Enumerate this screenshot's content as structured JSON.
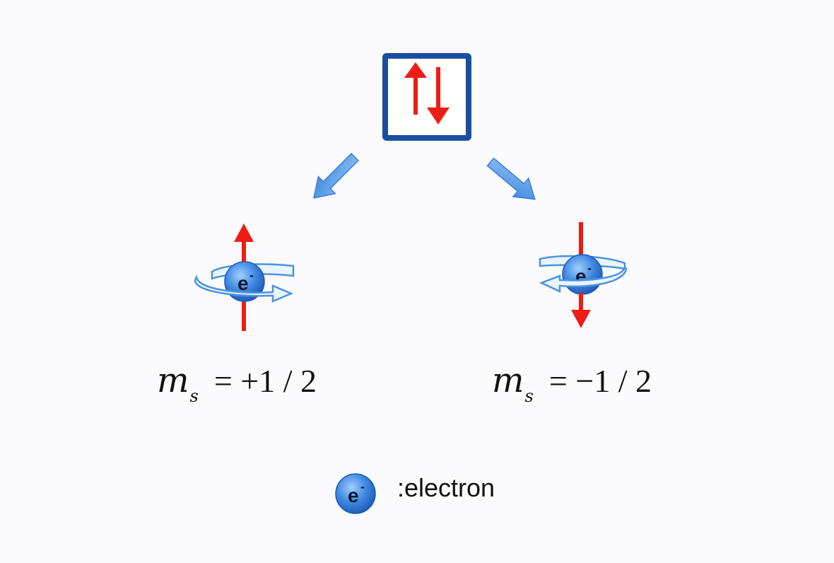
{
  "formulas": {
    "spin_up": {
      "symbol": "m",
      "subscript": "s",
      "rhs": "= +1 / 2"
    },
    "spin_down": {
      "symbol": "m",
      "subscript": "s",
      "rhs": "= −1 / 2"
    }
  },
  "electron": {
    "symbol": "e",
    "charge": "-"
  },
  "legend": {
    "label": ":electron"
  },
  "icons": {
    "orbital_box": "orbital-box-icon",
    "split_arrow": "split-arrow-icon",
    "spin_arrow": "spin-arrow-icon",
    "rotation_ring": "rotation-ring-icon",
    "electron_ball": "electron-ball-icon"
  },
  "colors": {
    "box_blue": "#1a4fa0",
    "spin_red": "#ee1c14",
    "pointer_blue": "#5a9ee6",
    "electron_blue": "#3d86e0"
  }
}
